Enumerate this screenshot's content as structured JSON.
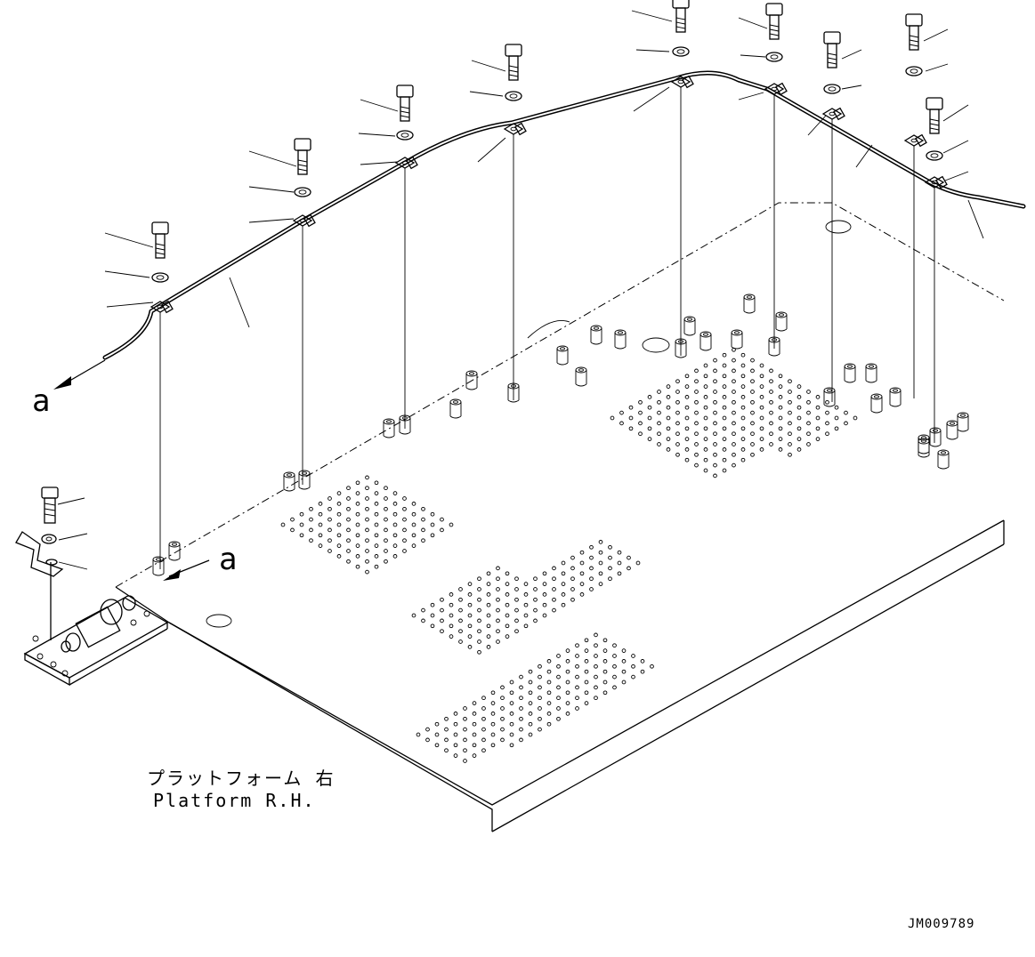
{
  "view_label_top": "a",
  "view_label_bottom": "a",
  "caption_jp": "プラットフォーム 右",
  "caption_en": "Platform R.H.",
  "drawing_code": "JM009789"
}
